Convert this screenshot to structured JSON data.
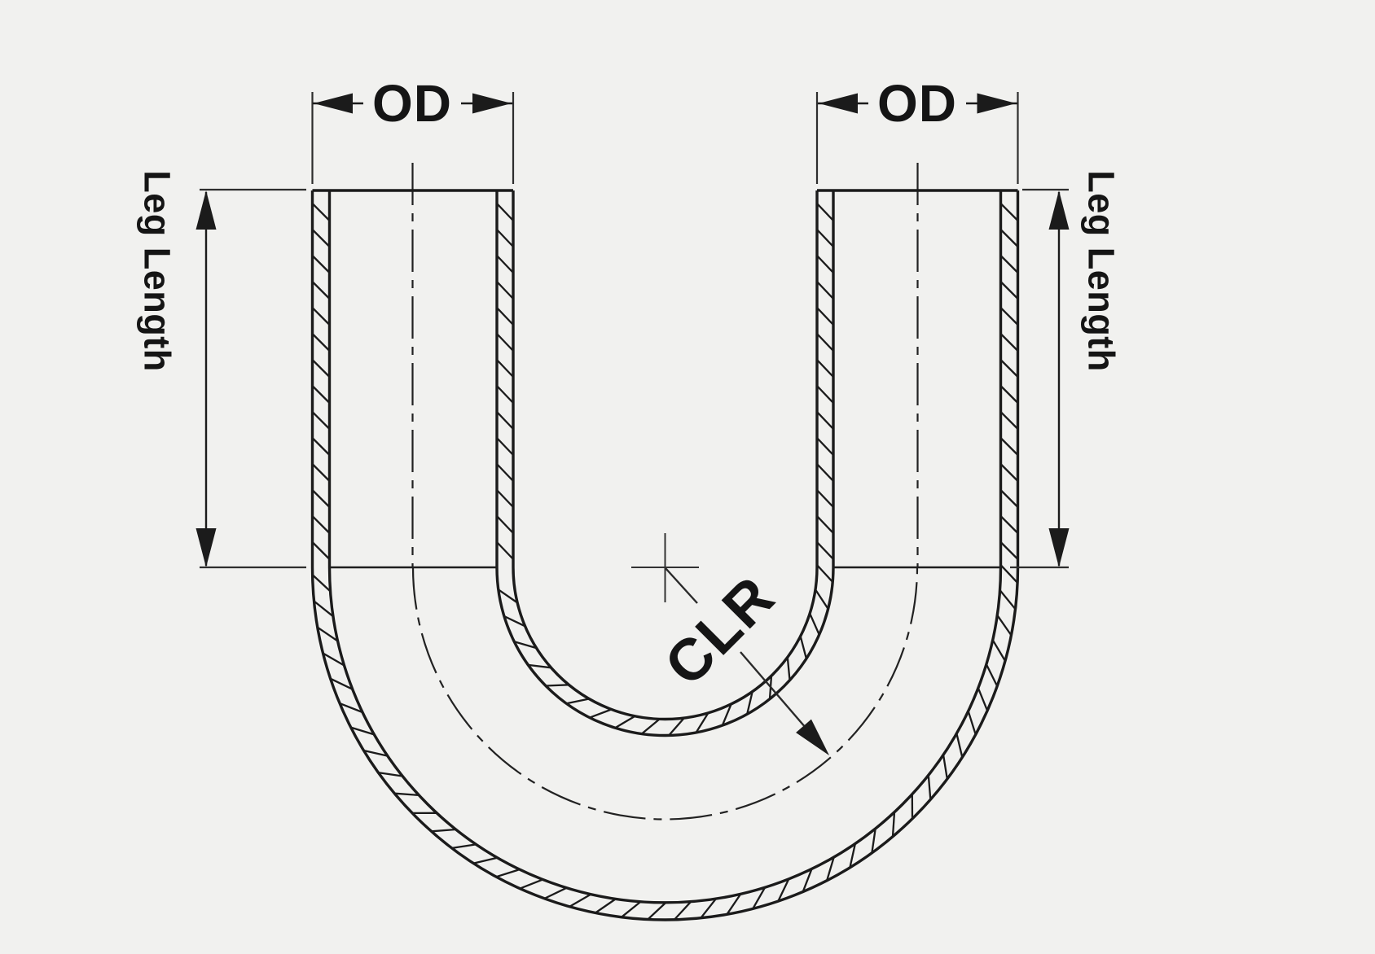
{
  "diagram": {
    "type": "u-bend-tube-technical-drawing",
    "labels": {
      "od": "OD",
      "leg_length": "Leg Length",
      "clr": "CLR"
    },
    "colors": {
      "background": "#f1f1ef",
      "tube_line": "#1b1b1b",
      "dimension_line": "#2e2e2e",
      "text": "#151515"
    }
  }
}
